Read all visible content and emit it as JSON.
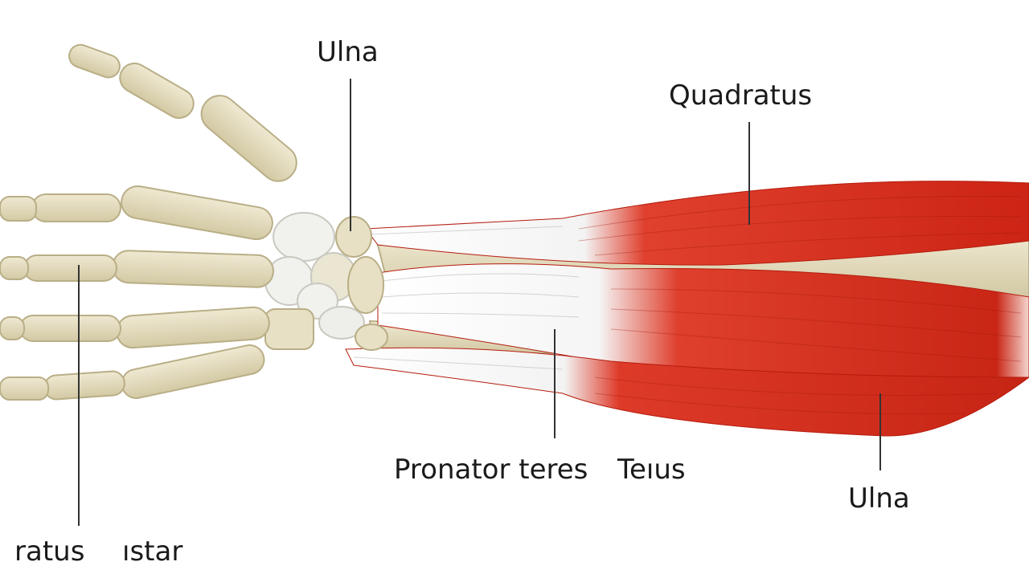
{
  "labels": {
    "ulna_top": "Ulna",
    "quadratus": "Quadratus",
    "pronator_teres": "Pronator teres",
    "teius": "Teıus",
    "ulna_bottom": "Ulna",
    "ratus": "ratus",
    "istar": "ıstar"
  },
  "colors": {
    "bone": "#e7e0c4",
    "bone_shadow": "#b9ae86",
    "carpal": "#f1f1ee",
    "tendon": "#f7f7f7",
    "muscle": "#d22b1c",
    "muscle_dark": "#a9190f",
    "leader": "#333333"
  }
}
